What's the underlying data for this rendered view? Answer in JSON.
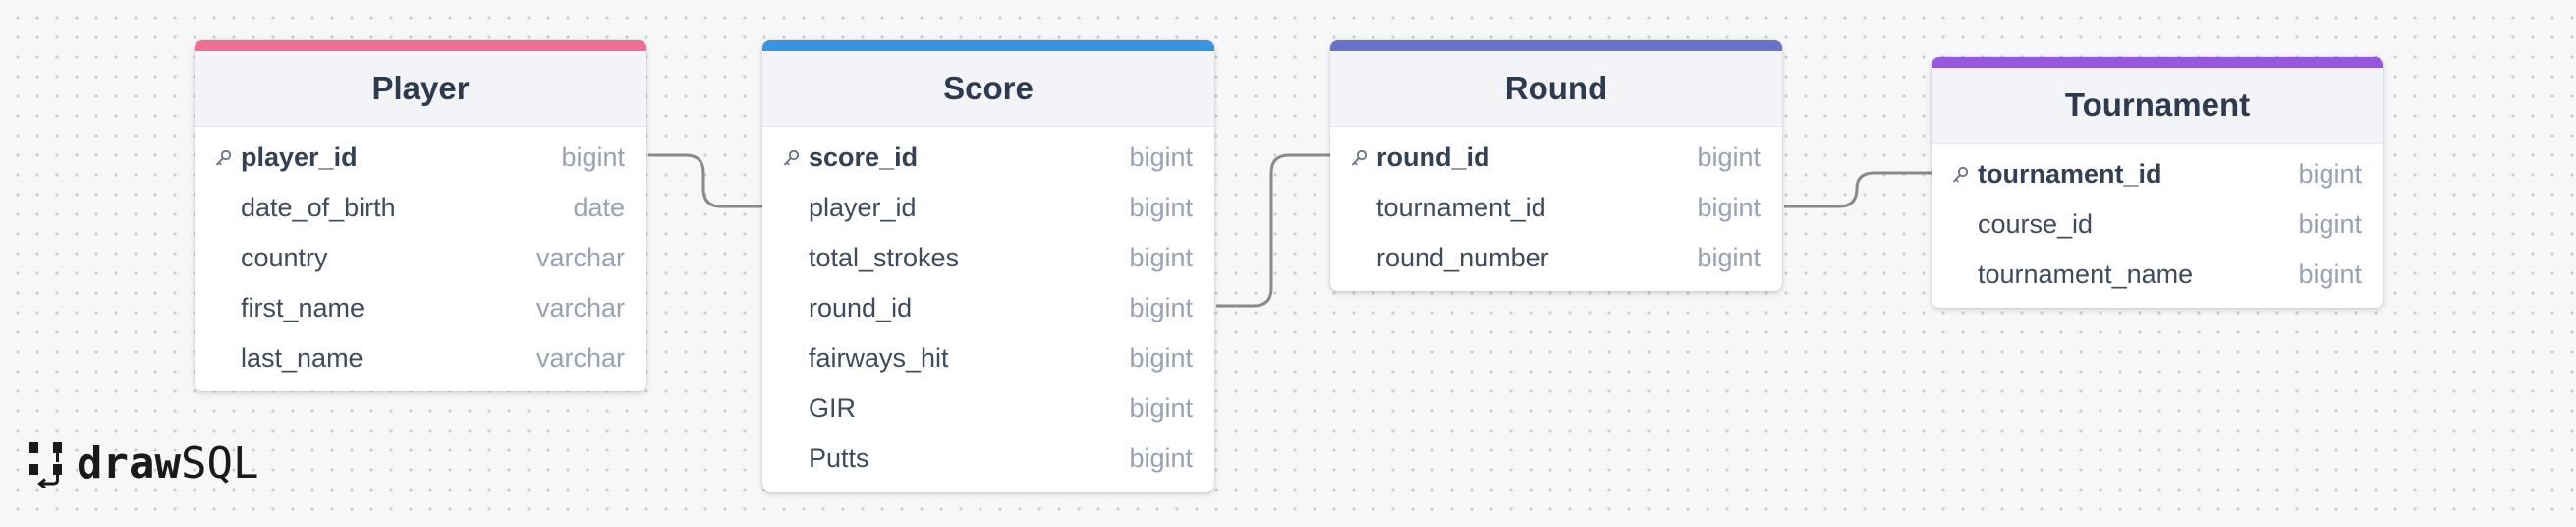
{
  "tables": [
    {
      "name": "Player",
      "color": "#f06e92",
      "columns": [
        {
          "name": "player_id",
          "type": "bigint",
          "pk": true
        },
        {
          "name": "date_of_birth",
          "type": "date",
          "pk": false
        },
        {
          "name": "country",
          "type": "varchar",
          "pk": false
        },
        {
          "name": "first_name",
          "type": "varchar",
          "pk": false
        },
        {
          "name": "last_name",
          "type": "varchar",
          "pk": false
        }
      ]
    },
    {
      "name": "Score",
      "color": "#3893e0",
      "columns": [
        {
          "name": "score_id",
          "type": "bigint",
          "pk": true
        },
        {
          "name": "player_id",
          "type": "bigint",
          "pk": false
        },
        {
          "name": "total_strokes",
          "type": "bigint",
          "pk": false
        },
        {
          "name": "round_id",
          "type": "bigint",
          "pk": false
        },
        {
          "name": "fairways_hit",
          "type": "bigint",
          "pk": false
        },
        {
          "name": "GIR",
          "type": "bigint",
          "pk": false
        },
        {
          "name": "Putts",
          "type": "bigint",
          "pk": false
        }
      ]
    },
    {
      "name": "Round",
      "color": "#6872c9",
      "columns": [
        {
          "name": "round_id",
          "type": "bigint",
          "pk": true
        },
        {
          "name": "tournament_id",
          "type": "bigint",
          "pk": false
        },
        {
          "name": "round_number",
          "type": "bigint",
          "pk": false
        }
      ]
    },
    {
      "name": "Tournament",
      "color": "#9457dd",
      "columns": [
        {
          "name": "tournament_id",
          "type": "bigint",
          "pk": true
        },
        {
          "name": "course_id",
          "type": "bigint",
          "pk": false
        },
        {
          "name": "tournament_name",
          "type": "bigint",
          "pk": false
        }
      ]
    }
  ],
  "relations": [
    {
      "from": "Player.player_id",
      "to": "Score.player_id"
    },
    {
      "from": "Score.round_id",
      "to": "Round.round_id"
    },
    {
      "from": "Round.tournament_id",
      "to": "Tournament.tournament_id"
    }
  ],
  "logo": {
    "bold": "draw",
    "regular": "SQL"
  },
  "icons": {
    "primary_key": "key-icon",
    "logo_mark": "drawsql-logo-icon"
  },
  "colors": {
    "relation_line": "#8a8a8a"
  }
}
